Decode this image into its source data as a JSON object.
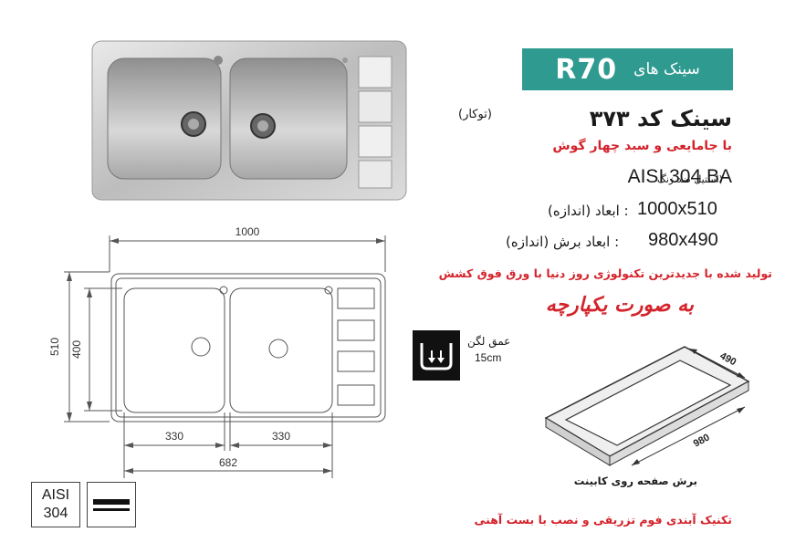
{
  "badge": {
    "model": "R70",
    "label": "سینک های"
  },
  "product": {
    "title": "سینک کد  ۳۷۳",
    "mount": "(توکار)",
    "feature": "با جامایعی و سبد چهار گوش",
    "steel_grade": "AISI 304 BA",
    "steel_note": "(استیل ضد زنگ",
    "size": "1000x510",
    "size_label": ": ابعاد (اندازه)",
    "cut_size": "980x490",
    "cut_label": ": ابعاد برش (اندازه)",
    "production_note": "تولید شده با جدیدترین تکنولوژی روز دنیا با ورق فوق کشش",
    "one_piece": "به صورت یکپارچه",
    "installation": "تکنیک آبندی فوم تزریقی و نصب با بست آهنی"
  },
  "drawing": {
    "width": "1000",
    "height": "510",
    "inner_height": "400",
    "bowl1": "330",
    "bowl2": "330",
    "bowls_total": "682"
  },
  "depth": {
    "label": "عمق لگن",
    "value": "15cm"
  },
  "cutout": {
    "width": "490",
    "length": "980",
    "caption": "برش صفحه روی کابینت"
  },
  "material_badge": {
    "line1": "AISI",
    "line2": "304"
  },
  "colors": {
    "accent": "#2f9a90",
    "red": "#d4232b"
  }
}
